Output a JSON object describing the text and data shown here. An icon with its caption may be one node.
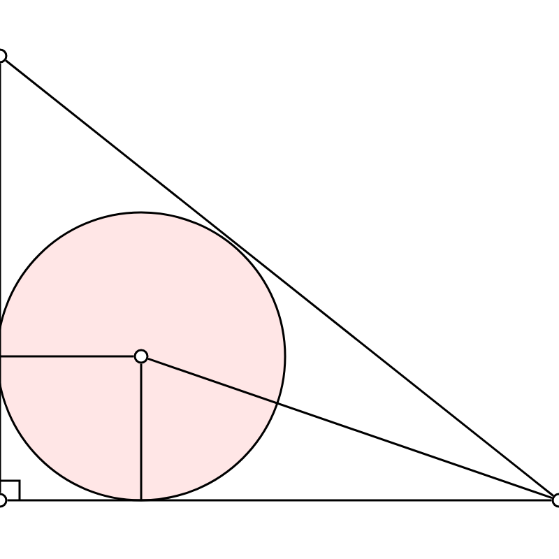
{
  "diagram": {
    "nodes": [
      {
        "text": [],
        "shape": "circle"
      },
      {
        "text": [],
        "shape": "circle"
      },
      {
        "text": [],
        "shape": "circle"
      },
      {
        "text": [],
        "shape": "circle"
      },
      {
        "text": [],
        "shape": "circle",
        "in": 3
      }
    ],
    "edges": [
      {
        "from": 0,
        "to": 1,
        "arrow": "none"
      },
      {
        "from": 1,
        "to": 2,
        "arrow": "none"
      },
      {
        "from": 0,
        "to": 2,
        "arrow": "none"
      },
      {
        "from": 4,
        "to": 2,
        "arrow": "none"
      },
      {
        "from": 4,
        "to": null,
        "arrow": "none"
      },
      {
        "from": 4,
        "to": null,
        "arrow": "none"
      }
    ]
  }
}
